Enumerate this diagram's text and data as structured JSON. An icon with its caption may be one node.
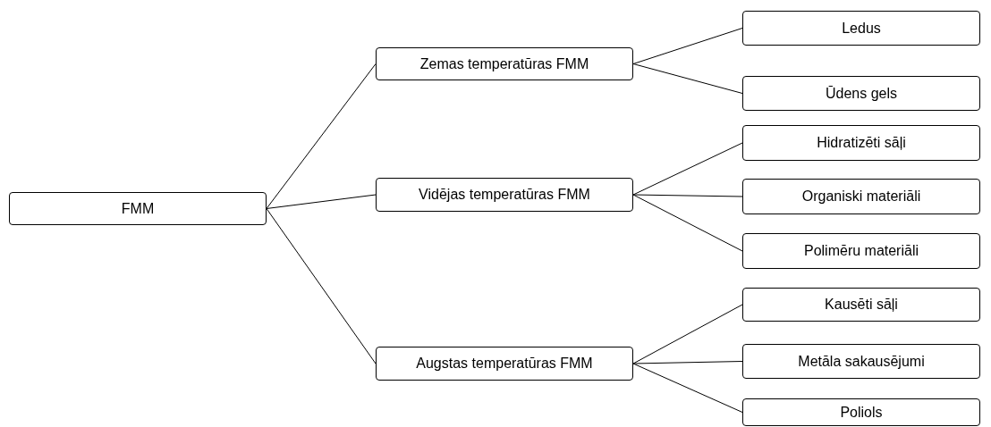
{
  "diagram": {
    "nodes": [
      {
        "text": [
          "FMM"
        ]
      },
      {
        "text": [
          "Zemas temperatūras FMM"
        ]
      },
      {
        "text": [
          "Vidējas temperatūras FMM"
        ]
      },
      {
        "text": [
          "Augstas temperatūras FMM"
        ]
      },
      {
        "text": [
          "Ledus"
        ]
      },
      {
        "text": [
          "Ūdens gels"
        ]
      },
      {
        "text": [
          "Hidratizēti sāļi"
        ]
      },
      {
        "text": [
          "Organiski materiāli"
        ]
      },
      {
        "text": [
          "Polimēru materiāli"
        ]
      },
      {
        "text": [
          "Kausēti sāļi"
        ]
      },
      {
        "text": [
          "Metāla sakausējumi"
        ]
      },
      {
        "text": [
          "Poliols"
        ]
      }
    ],
    "edges": [
      {
        "from": 0,
        "to": 1,
        "arrow": "none"
      },
      {
        "from": 0,
        "to": 2,
        "arrow": "none"
      },
      {
        "from": 0,
        "to": 3,
        "arrow": "none"
      },
      {
        "from": 1,
        "to": 4,
        "arrow": "none"
      },
      {
        "from": 1,
        "to": 5,
        "arrow": "none"
      },
      {
        "from": 2,
        "to": 6,
        "arrow": "none"
      },
      {
        "from": 2,
        "to": 7,
        "arrow": "none"
      },
      {
        "from": 2,
        "to": 8,
        "arrow": "none"
      },
      {
        "from": 3,
        "to": 9,
        "arrow": "none"
      },
      {
        "from": 3,
        "to": 10,
        "arrow": "none"
      },
      {
        "from": 3,
        "to": 11,
        "arrow": "none"
      }
    ]
  }
}
